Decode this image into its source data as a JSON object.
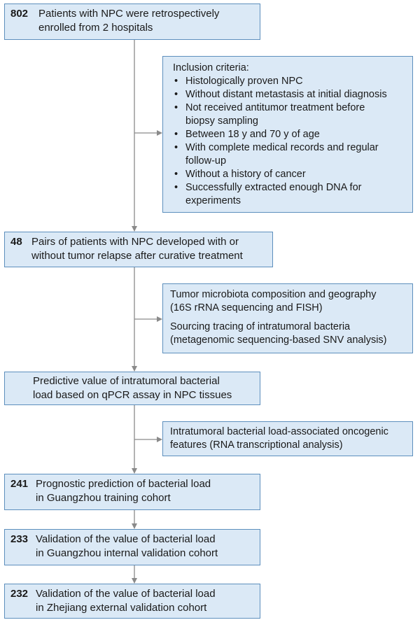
{
  "boxes": {
    "enrolled": {
      "number": "802",
      "line1": "Patients with NPC were retrospectively",
      "line2": "enrolled from 2 hospitals"
    },
    "inclusion": {
      "title": "Inclusion criteria:",
      "items": [
        [
          "Histologically proven NPC"
        ],
        [
          "Without distant metastasis at initial diagnosis"
        ],
        [
          "Not received antitumor treatment before",
          "biopsy sampling"
        ],
        [
          "Between 18 y and 70 y of age"
        ],
        [
          "With complete medical records and regular",
          "follow-up"
        ],
        [
          "Without a history of cancer"
        ],
        [
          "Successfully extracted enough DNA for",
          "experiments"
        ]
      ]
    },
    "pairs": {
      "number": "48",
      "line1": "Pairs of patients with NPC developed with or",
      "line2": "without tumor relapse after curative treatment"
    },
    "microbiota": {
      "line1": "Tumor microbiota composition and geography",
      "line2": "(16S rRNA sequencing and FISH)",
      "line3": "Sourcing tracing of intratumoral bacteria",
      "line4": "(metagenomic sequencing-based SNV analysis)"
    },
    "predictive": {
      "line1": "Predictive value of intratumoral bacterial",
      "line2": "load based on qPCR assay in NPC tissues"
    },
    "oncogenic": {
      "line1": "Intratumoral bacterial load-associated oncogenic",
      "line2": "features (RNA transcriptional analysis)"
    },
    "training": {
      "number": "241",
      "line1": "Prognostic prediction of bacterial load",
      "line2": "in Guangzhou training cohort"
    },
    "internal": {
      "number": "233",
      "line1": "Validation of the value of bacterial load",
      "line2": "in Guangzhou internal validation cohort"
    },
    "external": {
      "number": "232",
      "line1": "Validation of the value of bacterial load",
      "line2": "in Zhejiang external validation cohort"
    }
  },
  "colors": {
    "box_fill": "#dbe9f6",
    "box_border": "#5d8fbd",
    "connector": "#8a8a8a"
  }
}
